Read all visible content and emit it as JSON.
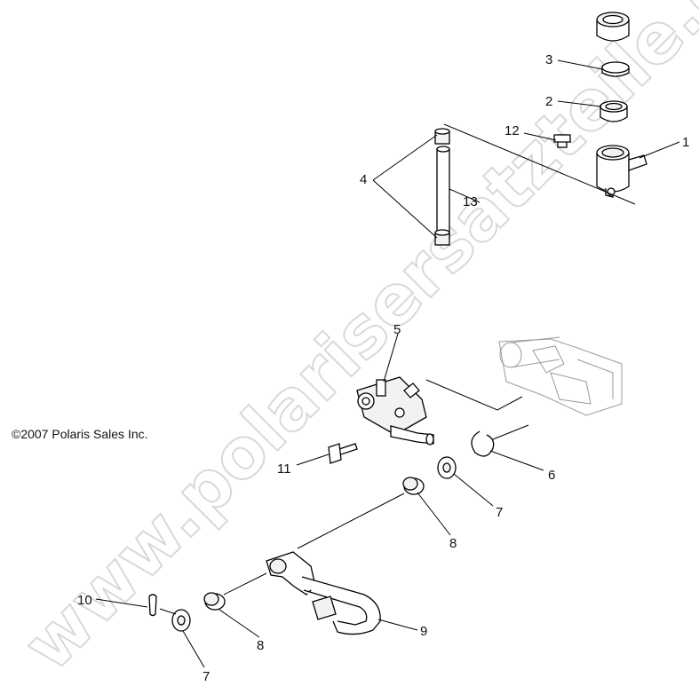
{
  "copyright": "©2007 Polaris Sales Inc.",
  "watermark": "www.polarisersatzteile.de",
  "callouts": {
    "c1": "1",
    "c2": "2",
    "c3": "3",
    "c4": "4",
    "c5": "5",
    "c6": "6",
    "c7a": "7",
    "c7b": "7",
    "c8a": "8",
    "c8b": "8",
    "c9": "9",
    "c10": "10",
    "c11": "11",
    "c12": "12",
    "c13": "13"
  }
}
